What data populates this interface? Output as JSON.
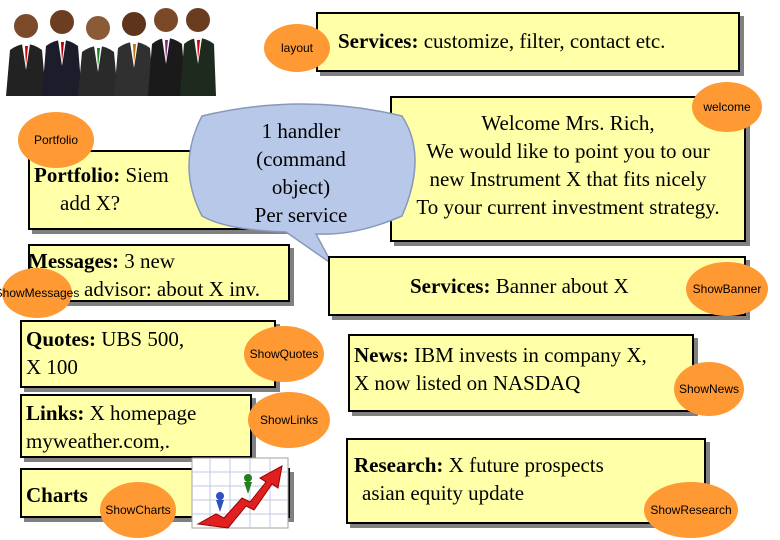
{
  "people_image": {
    "icon": "business-people-group-icon"
  },
  "layout_oval": "layout",
  "services_top": {
    "label": "Services:",
    "text": " customize, filter, contact etc."
  },
  "welcome_oval": "welcome",
  "welcome_box": {
    "lines": [
      "Welcome Mrs. Rich,",
      "We would like to point you to our",
      "new Instrument X that fits nicely",
      "To your current investment strategy."
    ]
  },
  "callout": {
    "lines": [
      "1 handler",
      "(command",
      "object)",
      "Per service"
    ]
  },
  "portfolio_oval": "Portfolio",
  "portfolio_box": {
    "label": "Portfolio:",
    "line1": " Siem",
    "line2": "add X?"
  },
  "messages_box": {
    "label": "Messages:",
    "line1": " 3 new",
    "line2": "advisor: about X inv."
  },
  "show_messages": "ShowMessages",
  "services_banner": {
    "label": "Services:",
    "text": " Banner about X"
  },
  "show_banner": "ShowBanner",
  "quotes_box": {
    "label": "Quotes:",
    "line1": " UBS 500,",
    "line2": "X 100"
  },
  "show_quotes": "ShowQuotes",
  "news_box": {
    "label": "News:",
    "line1": " IBM invests in company X,",
    "line2": "X now listed on NASDAQ"
  },
  "show_news": "ShowNews",
  "links_box": {
    "label": "Links:",
    "line1": " X homepage",
    "line2": "myweather.com,."
  },
  "show_links": "ShowLinks",
  "research_box": {
    "label": "Research:",
    "line1": " X future prospects",
    "line2": "asian equity update"
  },
  "show_research": "ShowResearch",
  "charts_box": {
    "label": "Charts"
  },
  "show_charts": "ShowCharts",
  "growth_image": {
    "icon": "growth-chart-clipart-icon"
  },
  "colors": {
    "box_fill": "#ffffa8",
    "oval_fill": "#ff9933",
    "callout_fill": "#b8c8e8"
  }
}
